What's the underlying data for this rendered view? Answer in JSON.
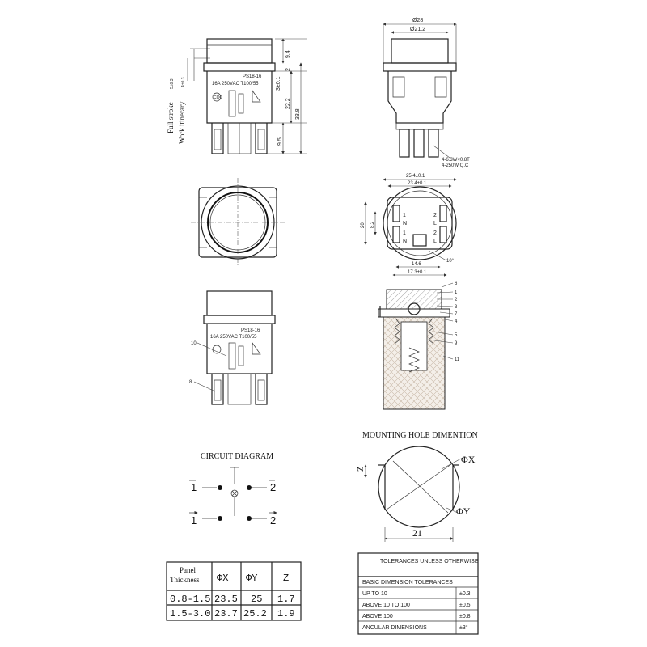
{
  "front_view": {
    "side_label_full": "Full stroke",
    "side_label_full_sub": "5±0.3",
    "side_label_work": "Work itinerary",
    "side_label_work_sub": "4±0.3",
    "model": "PS18-16",
    "rating": "16A 250VAC T100/55",
    "cqc": "CQC",
    "dim_9_4": "9.4",
    "dim_2": "2",
    "dim_3": "3±0.1",
    "dim_22_2": "22.2",
    "dim_33_8": "33.8",
    "dim_9_5": "9.5"
  },
  "side_view": {
    "dim_28": "Ø28",
    "dim_21_2": "Ø21.2",
    "terminal_note_1": "4-6.3W×0.8T",
    "terminal_note_2": "4-250W Q.C"
  },
  "bottom_view": {
    "dim_25_4": "25.4±0.1",
    "dim_23_4": "23.4±0.1",
    "dim_20": "20",
    "dim_8_2": "8.2",
    "dim_14_6": "14.6",
    "dim_17_3": "17.3±0.1",
    "angle": "10°",
    "terminal_labels": [
      "1",
      "N",
      "2",
      "L",
      "1",
      "N",
      "2",
      "L"
    ]
  },
  "label_view": {
    "model": "PS18-16",
    "rating": "16A 250VAC T100/55",
    "callout_10": "10",
    "callout_8": "8"
  },
  "section_view": {
    "callouts": [
      "6",
      "1",
      "2",
      "3",
      "7",
      "4",
      "5",
      "9",
      "11"
    ]
  },
  "circuit": {
    "title": "CIRCUIT DIAGRAM",
    "left_top": "1",
    "right_top": "2",
    "left_bottom": "1",
    "right_bottom": "2"
  },
  "mounting": {
    "title": "MOUNTING HOLE DIMENTION",
    "phi_x": "ΦX",
    "phi_y": "ΦY",
    "z": "Z",
    "width": "21"
  },
  "panel_table": {
    "headers": [
      "Panel Thickness",
      "ΦX",
      "ΦY",
      "Z"
    ],
    "rows": [
      [
        "0.8-1.5",
        "23.5",
        "25",
        "1.7"
      ],
      [
        "1.5-3.0",
        "23.7",
        "25.2",
        "1.9"
      ]
    ]
  },
  "tolerance_table": {
    "title": "TOLERANCES UNLESS OTHERWISE",
    "subtitle": "BASIC DIMENSION TOLERANCES",
    "rows": [
      [
        "UP TO 10",
        "±0.3"
      ],
      [
        "ABOVE 10 TO 100",
        "±0.5"
      ],
      [
        "ABOVE 100",
        "±0.8"
      ],
      [
        "ANCULAR DIMENSIONS",
        "±3°"
      ]
    ]
  }
}
